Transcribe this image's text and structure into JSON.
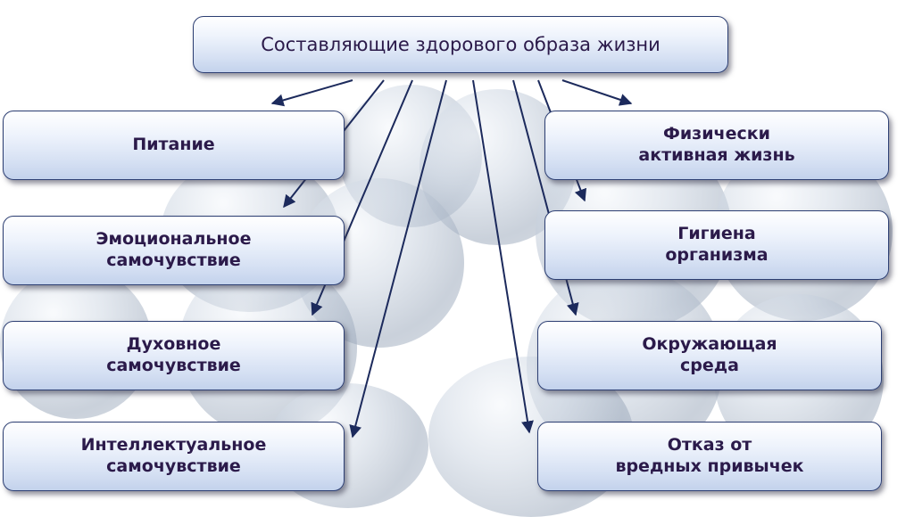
{
  "title": "Составляющие здорового образа жизни",
  "left_items": [
    "Питание",
    "Эмоциональное\nсамочувствие",
    "Духовное\nсамочувствие",
    "Интеллектуальное\nсамочувствие"
  ],
  "right_items": [
    "Физически\nактивная жизнь",
    "Гигиена\nорганизма",
    "Окружающая\nсреда",
    "Отказ от\nвредных привычек"
  ],
  "colors": {
    "box_border": "#2c3e72",
    "text": "#2b1a4a",
    "arrow": "#1c2a5c"
  }
}
